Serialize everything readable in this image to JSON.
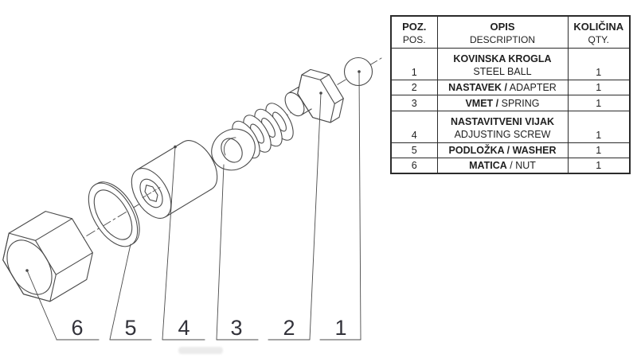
{
  "drawing": {
    "callouts": [
      {
        "label": "6"
      },
      {
        "label": "5"
      },
      {
        "label": "4"
      },
      {
        "label": "3"
      },
      {
        "label": "2"
      },
      {
        "label": "1"
      }
    ]
  },
  "table": {
    "header": {
      "pos_top": "POZ.",
      "pos_bottom": "POS.",
      "desc_top": "OPIS",
      "desc_bottom": "DESCRIPTION",
      "qty_top": "KOLIČINA",
      "qty_bottom": "QTY."
    },
    "rows": [
      {
        "pos": "1",
        "name_bold": "KOVINSKA KROGLA",
        "name_regular": "STEEL BALL",
        "qty": "1"
      },
      {
        "pos": "2",
        "name_bold": "NASTAVEK /",
        "name_regular": "ADAPTER",
        "qty": "1"
      },
      {
        "pos": "3",
        "name_bold": "VMET /",
        "name_regular": "SPRING",
        "qty": "1"
      },
      {
        "pos": "4",
        "name_bold": "NASTAVITVENI VIJAK",
        "name_regular": "ADJUSTING SCREW",
        "qty": "1"
      },
      {
        "pos": "5",
        "name_bold": "PODLOŽKA / WASHER",
        "name_regular": "",
        "qty": "1"
      },
      {
        "pos": "6",
        "name_bold": "MATICA",
        "name_regular": "/ NUT",
        "qty": "1"
      }
    ]
  },
  "colors": {
    "line": "#4a4a4a",
    "table_border": "#2b2b2b",
    "text": "#1f1f1f",
    "callout_text": "#32323a",
    "background": "#ffffff"
  }
}
